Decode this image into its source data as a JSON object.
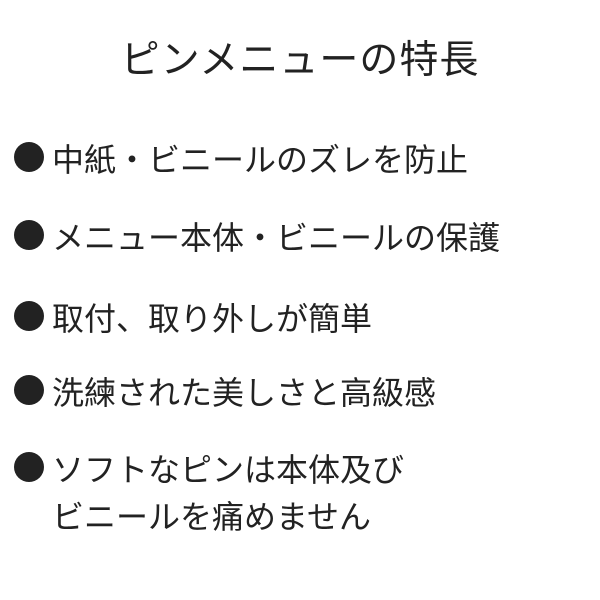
{
  "title": "ピンメニューの特長",
  "features": [
    {
      "text": "中紙・ビニールのズレを防止"
    },
    {
      "text": "メニュー本体・ビニールの保護"
    },
    {
      "text": "取付、取り外しが簡単"
    },
    {
      "text": "洗練された美しさと高級感"
    },
    {
      "text_line1": "ソフトなピンは本体及び",
      "text_line2": "ビニールを痛めません"
    }
  ],
  "colors": {
    "text": "#222222",
    "background": "#ffffff"
  },
  "icon": "bullet-circle-icon"
}
